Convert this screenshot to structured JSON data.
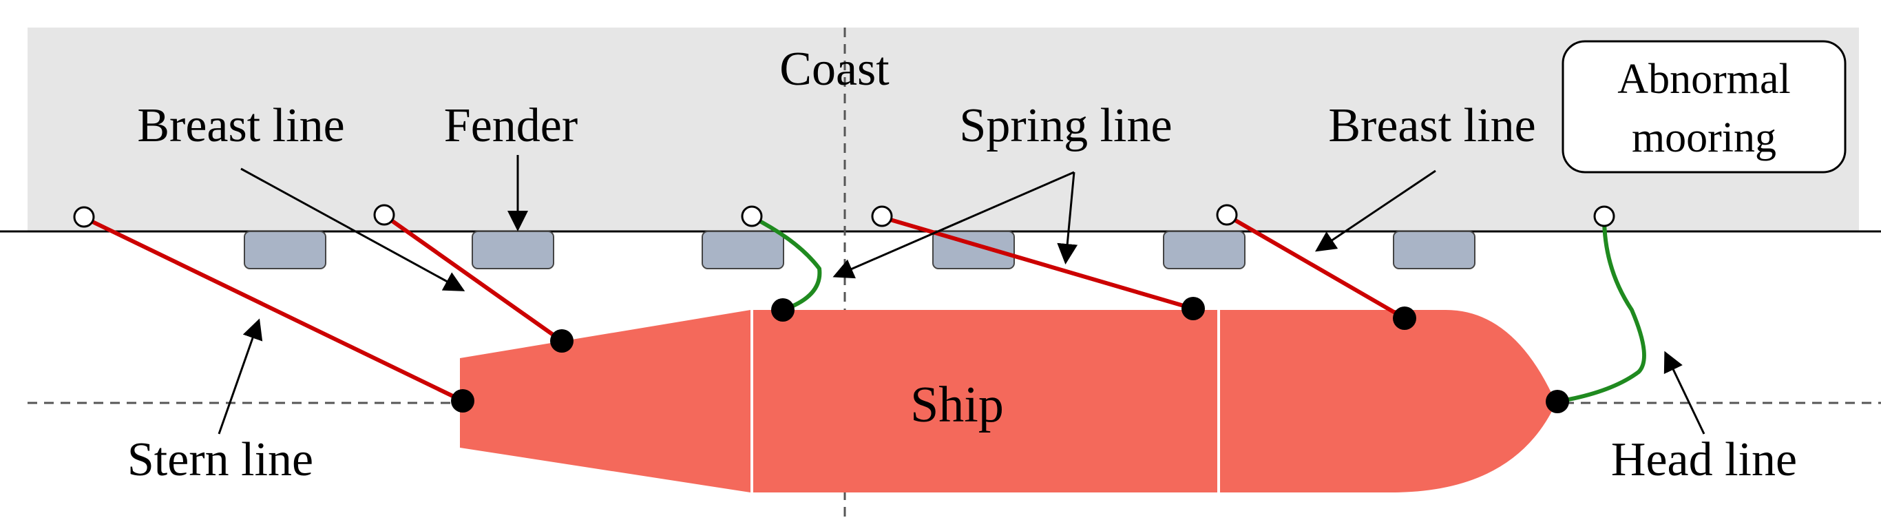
{
  "labels": {
    "coast": "Coast",
    "fender": "Fender",
    "breast_line_left": "Breast line",
    "breast_line_right": "Breast line",
    "spring_line": "Spring line",
    "stern_line": "Stern line",
    "head_line": "Head line",
    "ship": "Ship",
    "abnormal_line1": "Abnormal",
    "abnormal_line2": "mooring"
  },
  "colors": {
    "coast_area": "#e6e6e6",
    "fender": "#a9b4c6",
    "ship": "#f4695b",
    "normal_line": "#cc0000",
    "abnormal_line": "#1f8a1f"
  }
}
